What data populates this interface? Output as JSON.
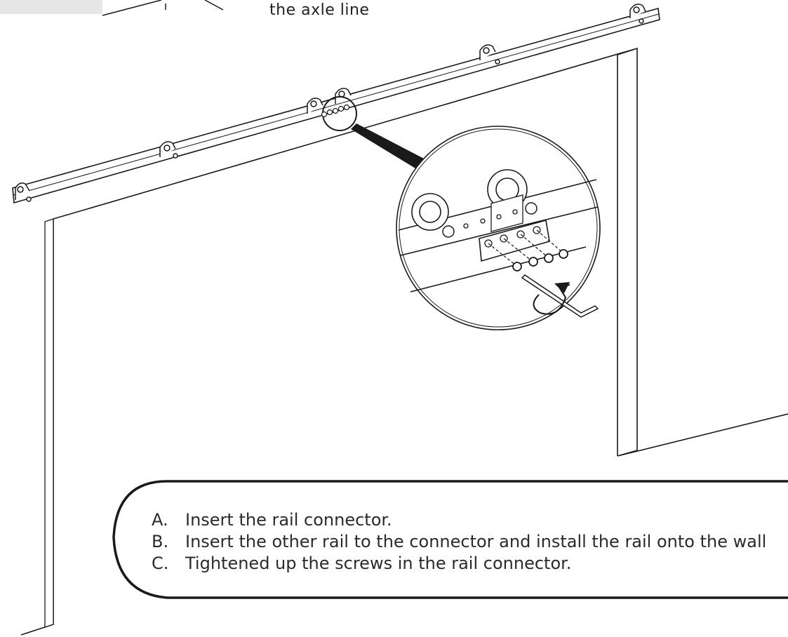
{
  "caption": {
    "text": "the axle line"
  },
  "steps": [
    {
      "letter": "A.",
      "text": "Insert  the rail connector."
    },
    {
      "letter": "B.",
      "text": "Insert the other rail to the connector  and  install  the  rail  onto  the  wall"
    },
    {
      "letter": "C.",
      "text": "Tightened up the screws in the rail connector."
    }
  ],
  "colors": {
    "stroke": "#1a1a1a",
    "fill": "#ffffff",
    "box_border": "#333333",
    "corner_panel": "#e6e6e6"
  }
}
